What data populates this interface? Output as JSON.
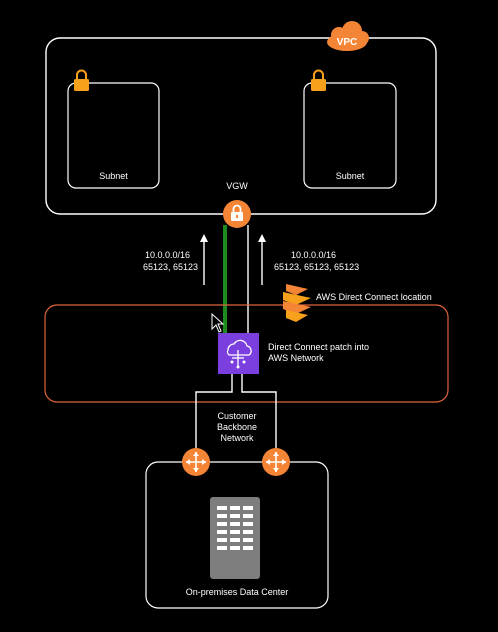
{
  "vpc": {
    "badge": "VPC",
    "subnets": [
      {
        "label": "Subnet"
      },
      {
        "label": "Subnet"
      }
    ]
  },
  "vgw": {
    "label": "VGW"
  },
  "routes": {
    "left": {
      "prefix": "10.0.0.0/16",
      "as_path": "65123, 65123"
    },
    "right": {
      "prefix": "10.0.0.0/16",
      "as_path": "65123, 65123, 65123"
    }
  },
  "dx_location": {
    "label": "AWS Direct Connect location"
  },
  "dx_patch": {
    "label": "Direct Connect patch into\nAWS Network"
  },
  "backbone": {
    "label": "Customer\nBackbone\nNetwork"
  },
  "datacenter": {
    "label": "On-premises Data Center"
  },
  "colors": {
    "background": "#000000",
    "outline": "#ffffff",
    "aws_orange": "#f58536",
    "lock_orange": "#f7a01c",
    "location_border": "#e0653a",
    "green_link": "#1f8a1f",
    "purple": "#7b3fe0",
    "server_gray": "#7d7d7d"
  }
}
